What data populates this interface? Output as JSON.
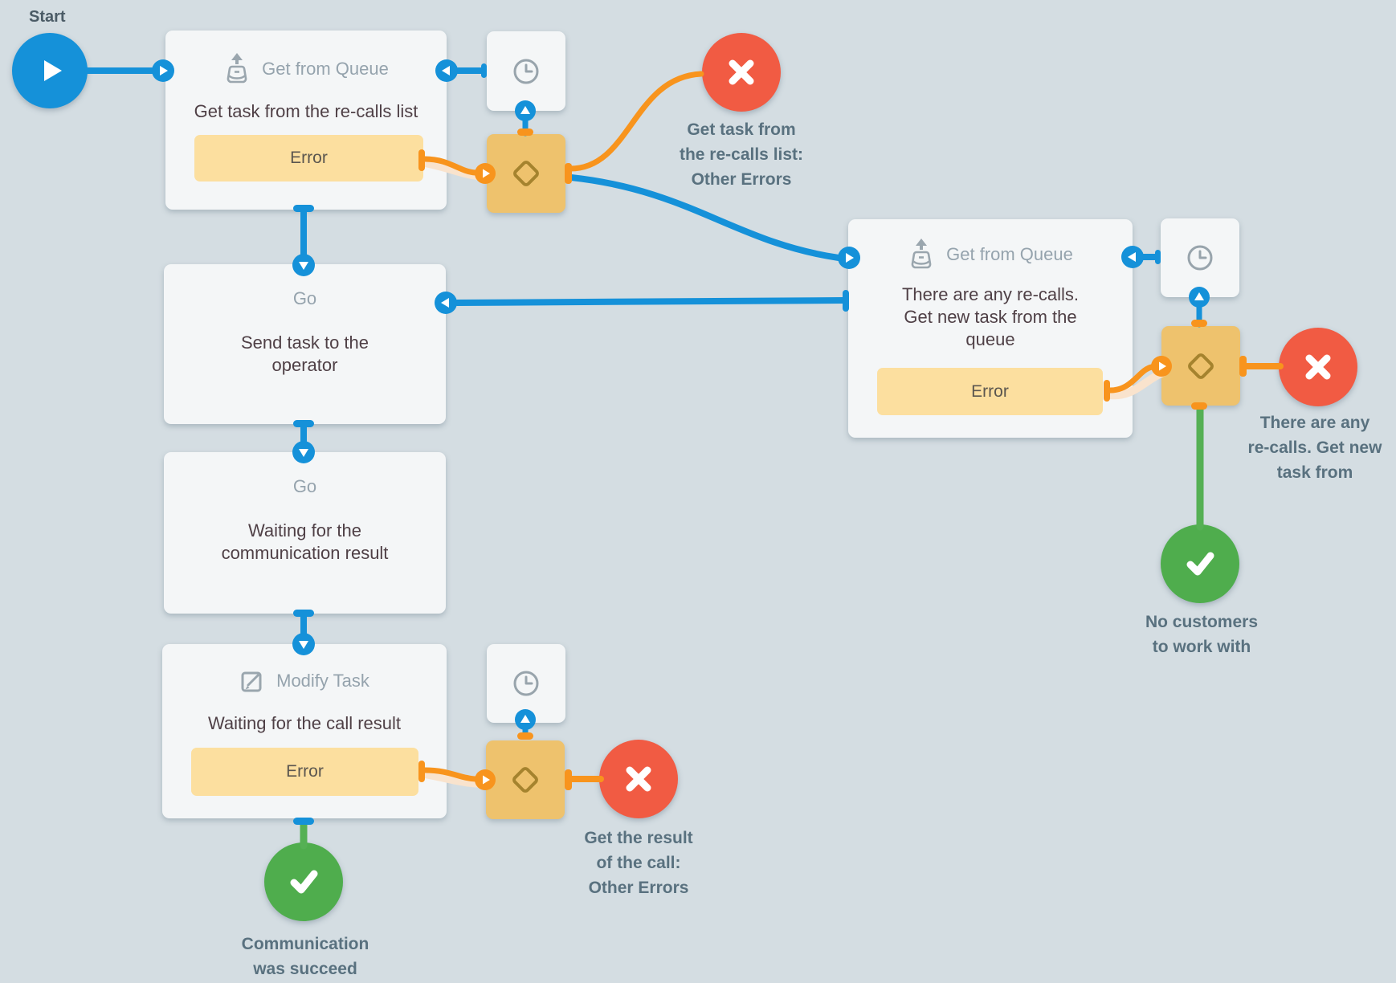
{
  "colors": {
    "background": "#d4dde2",
    "accent_blue": "#1591d9",
    "accent_orange": "#f8941d",
    "node_fill": "#f4f6f7",
    "condition_fill": "#eec26d",
    "condition_glyph": "#a5832e",
    "error_band": "#fcdf9f",
    "fail_red": "#f15b43",
    "success_green": "#4fad4d",
    "success_line": "#55b054",
    "title_text": "#4f4046",
    "header_text": "#95a3ad",
    "caption_text": "#59717f"
  },
  "start": {
    "label": "Start"
  },
  "nodes": {
    "queue1": {
      "type": "Get from Queue",
      "title": "Get task from the re-calls list",
      "error": "Error"
    },
    "go1": {
      "type": "Go",
      "title": "Send task to the operator"
    },
    "go2": {
      "type": "Go",
      "title": "Waiting for the communication result"
    },
    "modify": {
      "type": "Modify Task",
      "title": "Waiting for the call result",
      "error": "Error"
    },
    "queue2": {
      "type": "Get from Queue",
      "title": "There are any re-calls. Get new task from the queue",
      "error": "Error"
    }
  },
  "terminals": {
    "error_queue1": "Get task from\nthe re-calls list:\nOther Errors",
    "error_queue2": "There are any\nre-calls. Get new\ntask from",
    "error_call": "Get the result\nof the call:\nOther Errors",
    "success_no_customers": "No customers\nto work with",
    "success_communication": "Communication\nwas succeed"
  },
  "icons": {
    "start": "play-icon",
    "queue": "queue-inbox-up-arrow-icon",
    "modify": "pencil-square-icon",
    "timer": "clock-icon",
    "condition": "diamond-icon",
    "fail": "x-icon",
    "success": "check-icon"
  }
}
